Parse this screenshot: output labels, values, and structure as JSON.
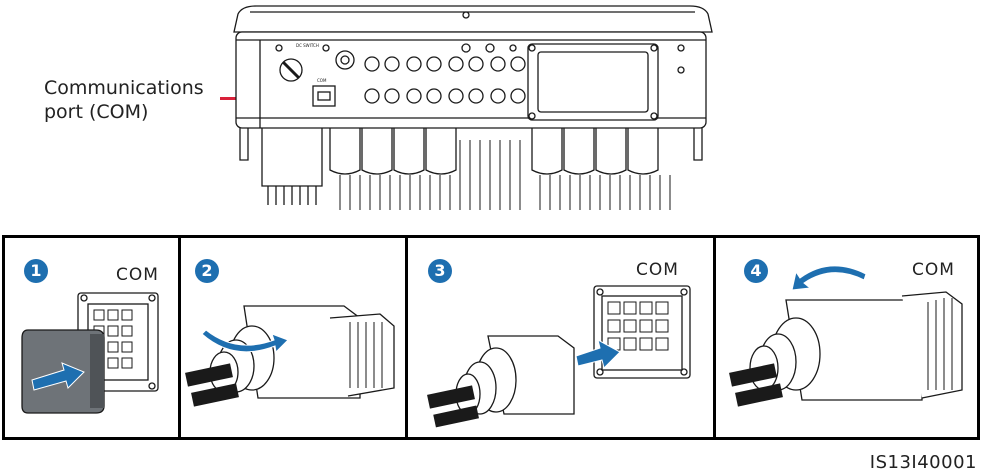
{
  "callout": {
    "line1": "Communications",
    "line2": "port (COM)"
  },
  "steps": [
    {
      "number": "1",
      "label": "COM"
    },
    {
      "number": "2",
      "label": ""
    },
    {
      "number": "3",
      "label": "COM"
    },
    {
      "number": "4",
      "label": "COM"
    }
  ],
  "doc_id": "IS13I40001",
  "colors": {
    "badge": "#1e6fb0",
    "leader": "#d9213a",
    "line": "#1a1a1a",
    "fill": "#ffffff"
  }
}
